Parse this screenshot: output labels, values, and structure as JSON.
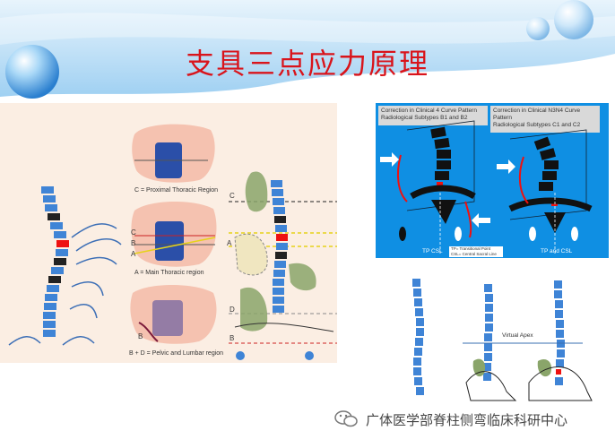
{
  "slide": {
    "title": "支具三点应力原理"
  },
  "figure_left": {
    "labels": {
      "c_region": "C = Proximal Thoracic Region",
      "a_region": "A = Main Thoracic region",
      "bd_region": "B + D = Pelvic and Lumbar region",
      "mark_c": "C",
      "mark_b": "B",
      "mark_a": "A",
      "mark_b2": "B",
      "side_c": "C",
      "side_a": "A",
      "side_d": "D",
      "side_b": "B"
    }
  },
  "figure_blue": {
    "left_title_1": "Correction in Clinical 4 Curve Pattern",
    "left_title_2": "Radiological Subtypes B1 and B2",
    "right_title_1": "Correction in Clinical N3N4 Curve",
    "right_title_2": "Pattern",
    "right_title_3": "Radiological Subtypes C1 and C2",
    "legend_1": "TP= Transitional Point",
    "legend_2": "CSL= Central Sacral Line",
    "bottom_left": "TP  CSL",
    "bottom_right": "TP and CSL"
  },
  "figure_bottom": {
    "apex_label": "Virtual Apex"
  },
  "footer": {
    "text": "广体医学部脊柱侧弯临床科研中心"
  },
  "colors": {
    "title_red": "#d9141b",
    "header_blue": "#3c8fd8",
    "blue_panel": "#0f8fe3",
    "spine_blue": "#3f84d6"
  }
}
